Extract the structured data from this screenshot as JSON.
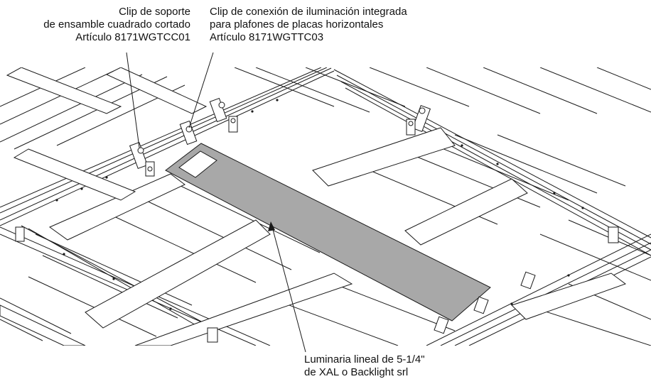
{
  "labels": {
    "clip_support": {
      "line1": "Clip de soporte",
      "line2": "de ensamble cuadrado cortado",
      "line3": "Artículo 8171WGTCC01"
    },
    "clip_connection": {
      "line1": "Clip de conexión de iluminación integrada",
      "line2": "para plafones de placas horizontales",
      "line3": "Artículo 8171WGTTC03"
    },
    "luminaire": {
      "line1": "Luminaria lineal de 5-1/4\"",
      "line2": "de XAL o Backlight srl"
    }
  },
  "colors": {
    "luminaire_fill": "#a8a8a8",
    "line": "#1a1a1a",
    "background": "#ffffff"
  }
}
